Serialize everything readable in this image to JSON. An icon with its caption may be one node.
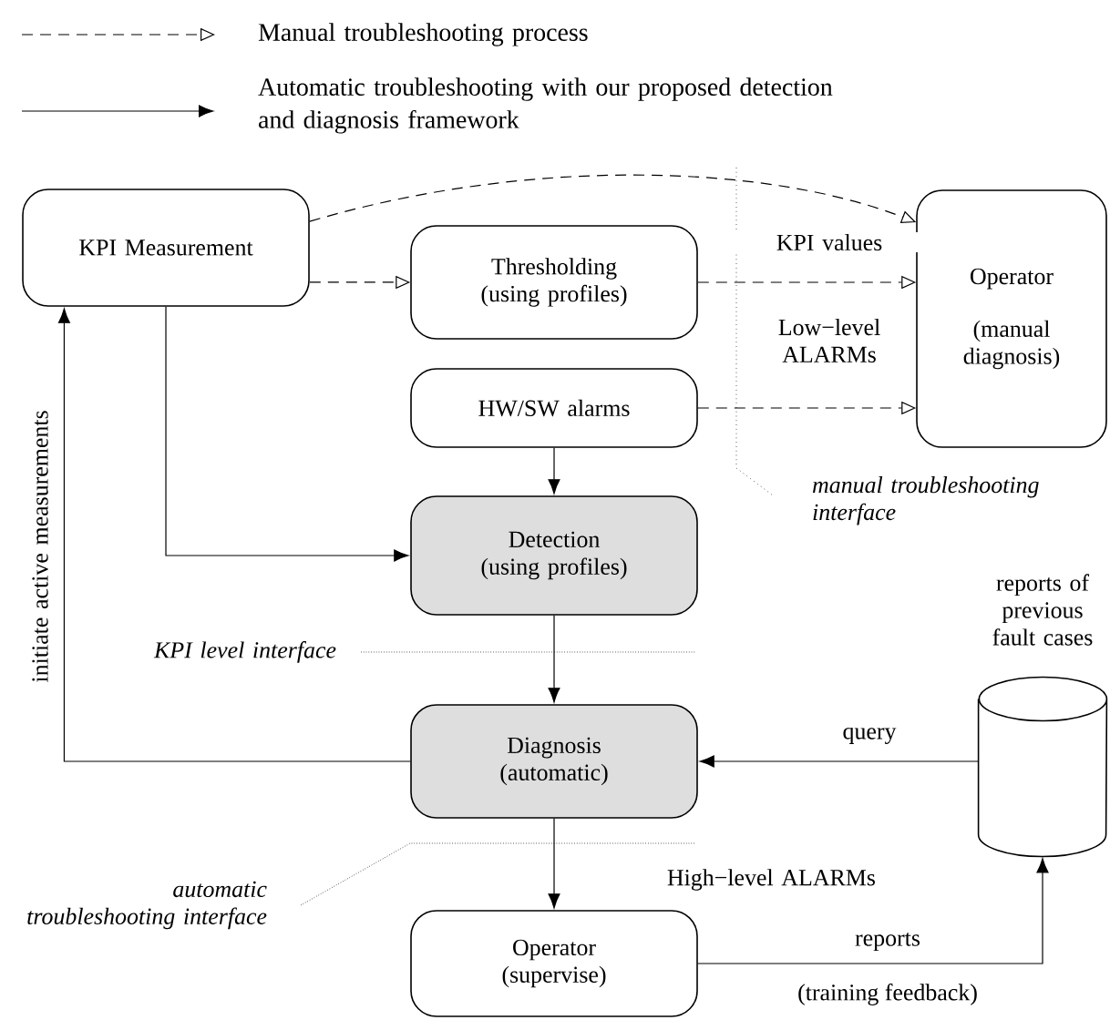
{
  "diagram": {
    "nodes": [
      {
        "text": [
          "KPI Measurement"
        ]
      },
      {
        "text": [
          "Thresholding",
          "(using profiles)"
        ]
      },
      {
        "text": [
          "HW/SW alarms"
        ]
      },
      {
        "text": [
          "Operator",
          "(manual diagnosis)"
        ]
      },
      {
        "text": [
          "Detection",
          "(using profiles)"
        ]
      },
      {
        "text": [
          "Diagnosis",
          "(automatic)"
        ]
      },
      {
        "text": [
          "Operator",
          "(supervise)"
        ]
      },
      {
        "text": [],
        "shape": "cylinder",
        "beside": [
          "reports of previous fault cases"
        ]
      }
    ],
    "edges": [
      {
        "from": 0,
        "to": 3,
        "arrow": "to",
        "style": "dashed"
      },
      {
        "from": 0,
        "to": 1,
        "arrow": "to",
        "style": "dashed"
      },
      {
        "from": 1,
        "to": 3,
        "arrow": "to",
        "style": "dashed",
        "label": "KPI values"
      },
      {
        "from": 2,
        "to": 3,
        "arrow": "to",
        "style": "dashed",
        "label": "Low−level ALARMs"
      },
      {
        "from": 2,
        "to": 4,
        "arrow": "to"
      },
      {
        "from": 0,
        "to": 4,
        "arrow": "to"
      },
      {
        "from": 4,
        "to": 5,
        "arrow": "to"
      },
      {
        "from": 5,
        "to": 0,
        "arrow": "to",
        "label": "initiate active measurements"
      },
      {
        "from": 7,
        "to": 5,
        "arrow": "to",
        "label": "query"
      },
      {
        "from": 5,
        "to": 6,
        "arrow": "to",
        "label": "High−level ALARMs"
      },
      {
        "from": 6,
        "to": 7,
        "arrow": "to",
        "label": "reports"
      }
    ],
    "labels": [
      "manual troubleshooting interface",
      "KPI level interface",
      "automatic troubleshooting interface",
      "(training feedback)"
    ],
    "legend": [
      {
        "text": "Manual troubleshooting process"
      },
      {
        "text": "Automatic troubleshooting with our proposed detection and diagnosis framework"
      }
    ]
  }
}
